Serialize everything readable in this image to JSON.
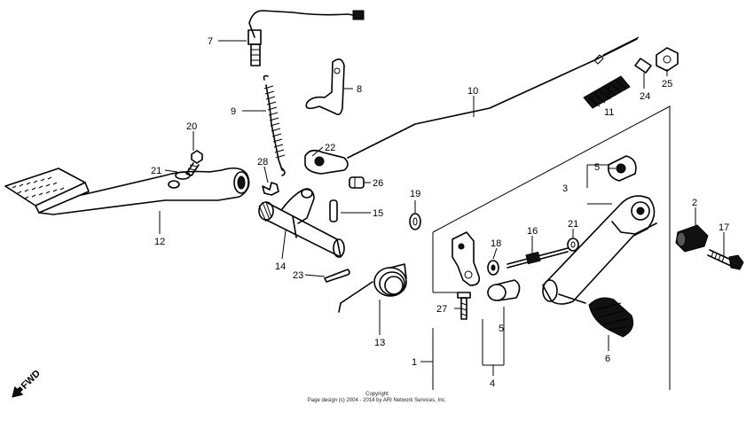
{
  "labels": {
    "p1": "1",
    "p2": "2",
    "p3": "3",
    "p4": "4",
    "p5a": "5",
    "p5b": "5",
    "p6": "6",
    "p7": "7",
    "p8": "8",
    "p9": "9",
    "p10": "10",
    "p11": "11",
    "p12": "12",
    "p13": "13",
    "p14": "14",
    "p15": "15",
    "p16": "16",
    "p17": "17",
    "p18": "18",
    "p19": "19",
    "p20": "20",
    "p21a": "21",
    "p21b": "21",
    "p22": "22",
    "p23": "23",
    "p24": "24",
    "p25": "25",
    "p26": "26",
    "p27": "27",
    "p28": "28"
  },
  "copyright": {
    "line1": "Copyright",
    "line2": "Page design (c) 2004 - 2014 by ARI Network Services, Inc."
  },
  "fwd_label": "FWD"
}
